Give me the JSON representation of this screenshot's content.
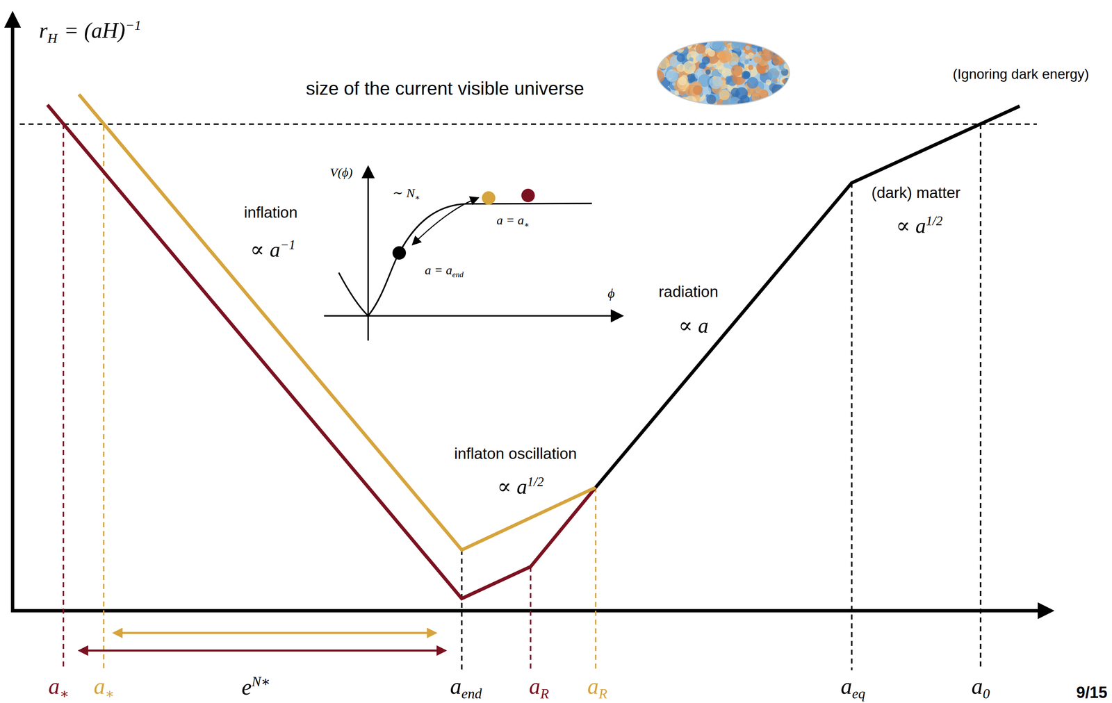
{
  "diagram": {
    "labels": [
      "r",
      "H",
      "= (aH)",
      "−1",
      "size of the current visible universe",
      "(Ignoring dark energy)",
      "inflation",
      "∝ a",
      "−1",
      "V(ϕ)",
      "ϕ",
      "∼ N",
      "∗",
      "a = a",
      "∗",
      "a = a",
      "end",
      "radiation",
      "∝ a",
      "inflaton oscillation",
      "∝ a",
      "1/2",
      "(dark) matter",
      "∝ a",
      "1/2",
      "a",
      "∗",
      "a",
      "∗",
      "e",
      "N∗",
      "a",
      "end",
      "a",
      "R",
      "a",
      "R",
      "a",
      "eq",
      "a",
      "0",
      "9/15"
    ]
  }
}
